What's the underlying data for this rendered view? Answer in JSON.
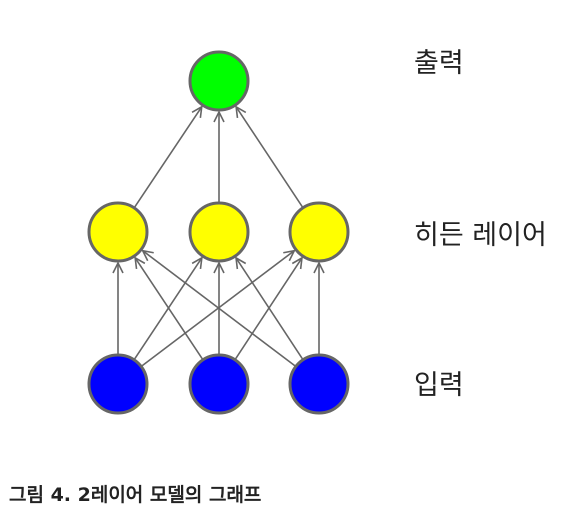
{
  "diagram": {
    "layers": [
      {
        "id": "output",
        "label": "출력",
        "color": "#00ff00",
        "nodes": 1
      },
      {
        "id": "hidden",
        "label": "히든 레이어",
        "color": "#ffff00",
        "nodes": 3
      },
      {
        "id": "input",
        "label": "입력",
        "color": "#0000ff",
        "nodes": 3
      }
    ],
    "node_border_color": "#666666",
    "edge_color": "#666666",
    "edges": [
      {
        "from": "input-1",
        "to": "hidden-1"
      },
      {
        "from": "input-1",
        "to": "hidden-2"
      },
      {
        "from": "input-1",
        "to": "hidden-3"
      },
      {
        "from": "input-2",
        "to": "hidden-1"
      },
      {
        "from": "input-2",
        "to": "hidden-2"
      },
      {
        "from": "input-2",
        "to": "hidden-3"
      },
      {
        "from": "input-3",
        "to": "hidden-1"
      },
      {
        "from": "input-3",
        "to": "hidden-2"
      },
      {
        "from": "input-3",
        "to": "hidden-3"
      },
      {
        "from": "hidden-1",
        "to": "output-1"
      },
      {
        "from": "hidden-2",
        "to": "output-1"
      },
      {
        "from": "hidden-3",
        "to": "output-1"
      }
    ]
  },
  "caption": "그림 4. 2레이어 모델의 그래프"
}
